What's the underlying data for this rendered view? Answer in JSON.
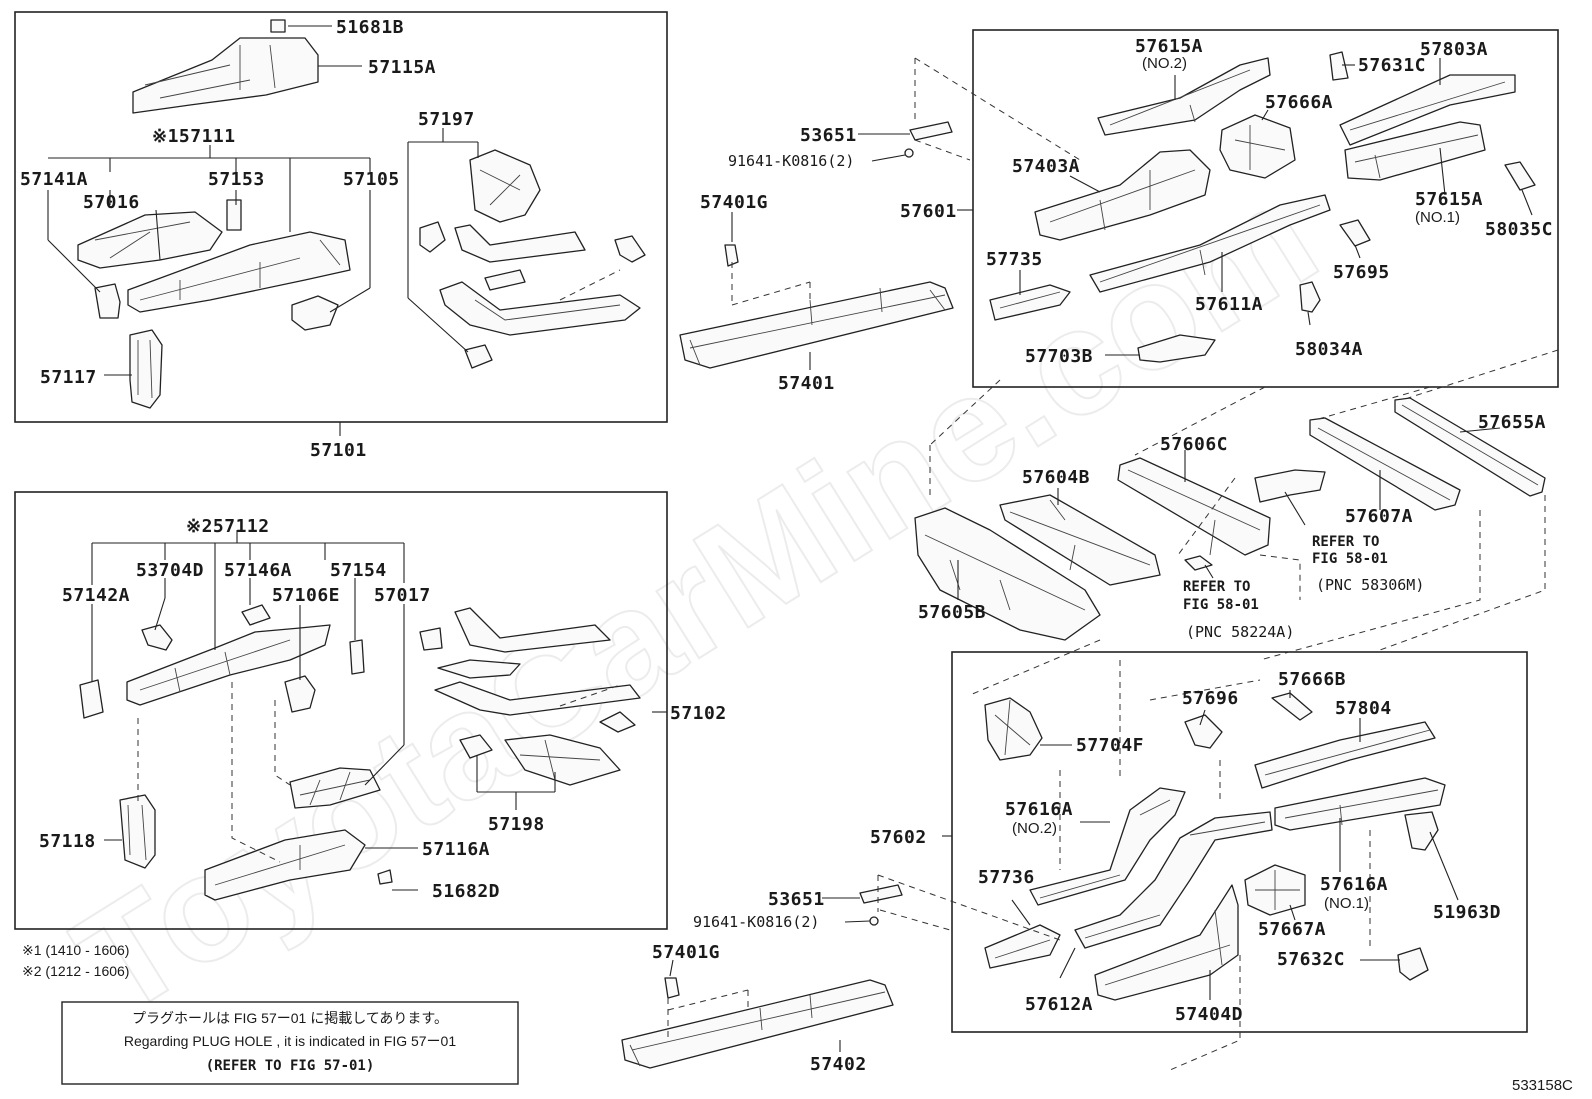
{
  "watermark": "ToyotaCarMine.com",
  "figure_code": "533158C",
  "groups": {
    "group1": "57101",
    "group2": "57102",
    "group3": "57601",
    "group4": "57602"
  },
  "labels": {
    "p51681B": "51681B",
    "p57115A": "57115A",
    "p57111": "※157111",
    "p57197": "57197",
    "p57141A": "57141A",
    "p57016": "57016",
    "p57153": "57153",
    "p57105": "57105",
    "p57117": "57117",
    "p57112": "※257112",
    "p53704D": "53704D",
    "p57146A": "57146A",
    "p57154": "57154",
    "p57142A": "57142A",
    "p57106E": "57106E",
    "p57017": "57017",
    "p57118": "57118",
    "p57116A": "57116A",
    "p51682D": "51682D",
    "p57198": "57198",
    "p53651a": "53651",
    "p91641a": "91641-K0816(2)",
    "p57401Ga": "57401G",
    "p57401": "57401",
    "p57615A_no2": "57615A",
    "p57615A_no2_sub": "(NO.2)",
    "p57631C": "57631C",
    "p57803A": "57803A",
    "p57666A": "57666A",
    "p57403A": "57403A",
    "p57615A_no1": "57615A",
    "p57615A_no1_sub": "(NO.1)",
    "p58035C": "58035C",
    "p57735": "57735",
    "p57695": "57695",
    "p57611A": "57611A",
    "p58034A": "58034A",
    "p57703B": "57703B",
    "p57655A": "57655A",
    "p57606C": "57606C",
    "p57604B": "57604B",
    "p57607A": "57607A",
    "p57605B": "57605B",
    "p57666B": "57666B",
    "p57696": "57696",
    "p57804": "57804",
    "p57704F": "57704F",
    "p57616A_no2": "57616A",
    "p57616A_no2_sub": "(NO.2)",
    "p57736": "57736",
    "p57616A_no1": "57616A",
    "p57616A_no1_sub": "(NO.1)",
    "p51963D": "51963D",
    "p57667A": "57667A",
    "p57632C": "57632C",
    "p57612A": "57612A",
    "p57404D": "57404D",
    "p53651b": "53651",
    "p91641b": "91641-K0816(2)",
    "p57401Gb": "57401G",
    "p57402": "57402"
  },
  "refs": {
    "ref1_line1": "REFER TO",
    "ref1_line2": "FIG 58-01",
    "ref1_pnc": "(PNC 58306M)",
    "ref2_line1": "REFER TO",
    "ref2_line2": "FIG 58-01",
    "ref2_pnc": "(PNC 58224A)"
  },
  "footnotes": {
    "note1": "※1 (1410 - 1606)",
    "note2": "※2 (1212 - 1606)"
  },
  "notice": {
    "line1": "プラグホールは FIG 57ー01 に掲載してあります。",
    "line2": "Regarding  PLUG  HOLE , it is indicated in FIG  57ー01",
    "line3": "(REFER TO FIG 57-01)"
  }
}
